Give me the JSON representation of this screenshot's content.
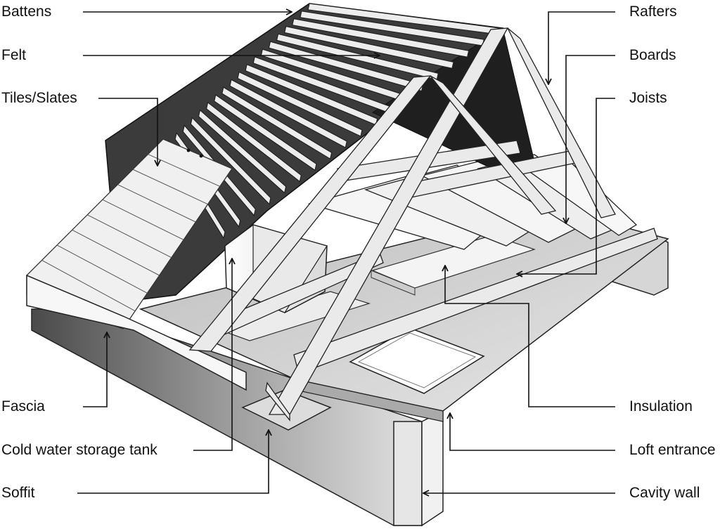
{
  "labels": {
    "battens": "Battens",
    "felt": "Felt",
    "tiles": "Tiles/Slates",
    "fascia": "Fascia",
    "tank": "Cold water storage tank",
    "soffit": "Soffit",
    "rafters": "Rafters",
    "boards": "Boards",
    "joists": "Joists",
    "insulation": "Insulation",
    "loft": "Loft entrance",
    "cavity": "Cavity wall"
  },
  "colors": {
    "ink": "#111111",
    "felt": "#3b3b3b",
    "timber": "#e9e9e9",
    "wall": "#9a9a9a",
    "ceiling": "#cfcfcf"
  }
}
